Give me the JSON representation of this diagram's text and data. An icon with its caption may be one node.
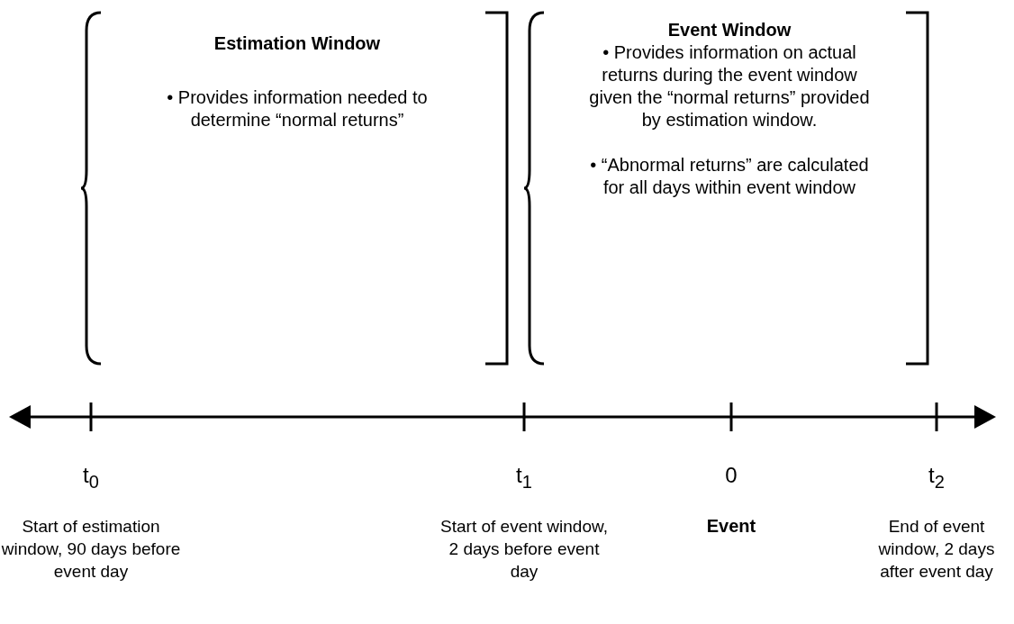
{
  "diagram": {
    "labels": [
      "Estimation Window",
      "• Provides information needed to determine “normal returns”",
      "Event Window",
      "• Provides information on actual returns during the event window given the “normal returns” provided by estimation window.",
      "• “Abnormal returns” are calculated for all days within event window",
      "t$_{0}$",
      "t$_{1}$",
      "0",
      "t$_{2}$",
      "Start of estimation window, 90 days before event day",
      "Start of event window, 2 days before event day",
      "Event",
      "End of event window, 2 days after event day"
    ]
  }
}
